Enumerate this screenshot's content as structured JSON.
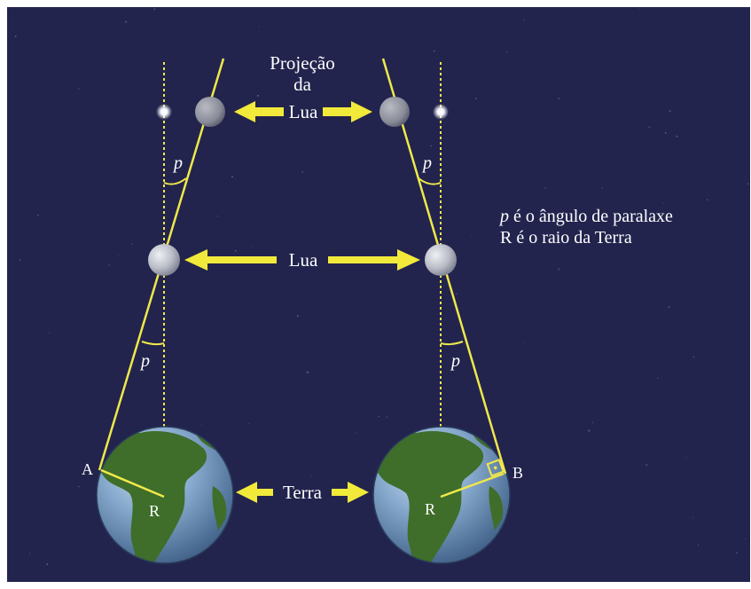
{
  "colors": {
    "background": "#22244e",
    "line": "#f0e84a",
    "arrow": "#f2ea3a",
    "text": "#ffffff",
    "earth_ocean": "#6f96c0",
    "earth_land": "#3e6e2a",
    "moon": "#c9cbd2"
  },
  "labels": {
    "moon_projection": [
      "Projeção",
      "da",
      "Lua"
    ],
    "moon": "Lua",
    "earth": "Terra",
    "point_a": "A",
    "point_b": "B",
    "radius_left": "R",
    "radius_right": "R",
    "parallax_symbol": "p"
  },
  "legend": {
    "line1_symbol": "p",
    "line1_text": " é o ângulo de paralaxe",
    "line2_text": "R é o raio da Terra"
  },
  "icons": [
    "star-icon",
    "moon-icon",
    "earth-icon",
    "double-arrow-icon",
    "right-angle-icon"
  ]
}
